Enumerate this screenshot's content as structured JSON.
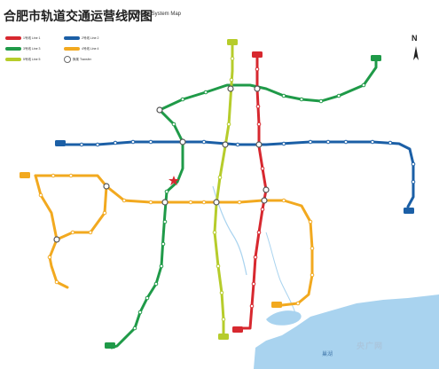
{
  "map": {
    "title_cn": "合肥市轨道交通运营线网图",
    "title_en": "Hefei Metro System Map",
    "north_label": "N",
    "lake_label": "巢湖",
    "watermark": "央广网"
  },
  "legend": {
    "items": [
      {
        "label": "1号线 Line 1",
        "color": "#d7282f"
      },
      {
        "label": "2号线 Line 2",
        "color": "#1b5fa6"
      },
      {
        "label": "3号线 Line 3",
        "color": "#1f9a48"
      },
      {
        "label": "4号线 Line 4",
        "color": "#f2a91f"
      },
      {
        "label": "5号线 Line 5",
        "color": "#b6cc2b"
      },
      {
        "label": "换乘 Transfer",
        "color": "#6b6b6b"
      }
    ]
  },
  "colors": {
    "line1": "#d7282f",
    "line2": "#1b5fa6",
    "line3": "#1f9a48",
    "line4": "#f2a91f",
    "line5": "#b6cc2b",
    "water": "#a9d3ef",
    "station_fill": "#ffffff",
    "transfer_fill": "#ffffff"
  }
}
